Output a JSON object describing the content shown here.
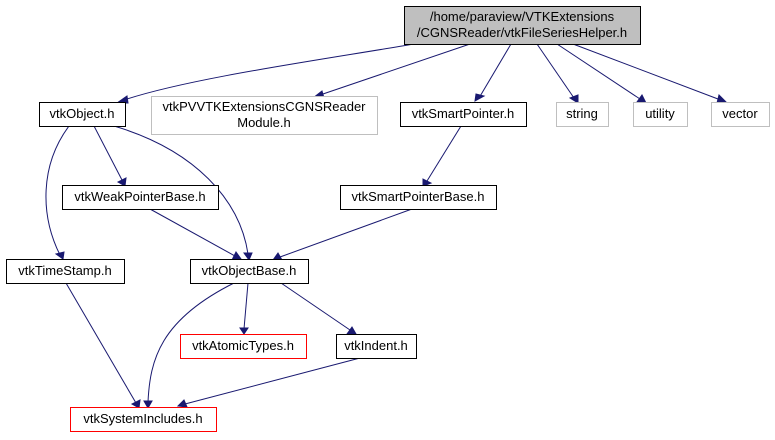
{
  "colors": {
    "root_fill": "#bfbfbf",
    "default_border": "#000000",
    "external_border": "#bfbfbf",
    "missing_border": "#ff0000",
    "edge": "#191970"
  },
  "nodes": [
    {
      "id": "root",
      "lines": [
        "/home/paraview/VTKExtensions",
        "/CGNSReader/vtkFileSeriesHelper.h"
      ],
      "kind": "root"
    },
    {
      "id": "vtkObject",
      "lines": [
        "vtkObject.h"
      ],
      "kind": "default"
    },
    {
      "id": "module",
      "lines": [
        "vtkPVVTKExtensionsCGNSReader",
        "Module.h"
      ],
      "kind": "external"
    },
    {
      "id": "smartptr",
      "lines": [
        "vtkSmartPointer.h"
      ],
      "kind": "default"
    },
    {
      "id": "string",
      "lines": [
        "string"
      ],
      "kind": "external"
    },
    {
      "id": "utility",
      "lines": [
        "utility"
      ],
      "kind": "external"
    },
    {
      "id": "vector",
      "lines": [
        "vector"
      ],
      "kind": "external"
    },
    {
      "id": "weakptr",
      "lines": [
        "vtkWeakPointerBase.h"
      ],
      "kind": "default"
    },
    {
      "id": "smartptrbase",
      "lines": [
        "vtkSmartPointerBase.h"
      ],
      "kind": "default"
    },
    {
      "id": "timestamp",
      "lines": [
        "vtkTimeStamp.h"
      ],
      "kind": "default"
    },
    {
      "id": "objectbase",
      "lines": [
        "vtkObjectBase.h"
      ],
      "kind": "default"
    },
    {
      "id": "atomic",
      "lines": [
        "vtkAtomicTypes.h"
      ],
      "kind": "missing"
    },
    {
      "id": "indent",
      "lines": [
        "vtkIndent.h"
      ],
      "kind": "default"
    },
    {
      "id": "sysinc",
      "lines": [
        "vtkSystemIncludes.h"
      ],
      "kind": "missing"
    }
  ],
  "edges": [
    {
      "from": "root",
      "to": "vtkObject"
    },
    {
      "from": "root",
      "to": "module"
    },
    {
      "from": "root",
      "to": "smartptr"
    },
    {
      "from": "root",
      "to": "string"
    },
    {
      "from": "root",
      "to": "utility"
    },
    {
      "from": "root",
      "to": "vector"
    },
    {
      "from": "vtkObject",
      "to": "weakptr"
    },
    {
      "from": "vtkObject",
      "to": "timestamp"
    },
    {
      "from": "vtkObject",
      "to": "objectbase"
    },
    {
      "from": "smartptr",
      "to": "smartptrbase"
    },
    {
      "from": "weakptr",
      "to": "objectbase"
    },
    {
      "from": "smartptrbase",
      "to": "objectbase"
    },
    {
      "from": "timestamp",
      "to": "sysinc"
    },
    {
      "from": "objectbase",
      "to": "sysinc"
    },
    {
      "from": "objectbase",
      "to": "atomic"
    },
    {
      "from": "objectbase",
      "to": "indent"
    },
    {
      "from": "indent",
      "to": "sysinc"
    }
  ]
}
